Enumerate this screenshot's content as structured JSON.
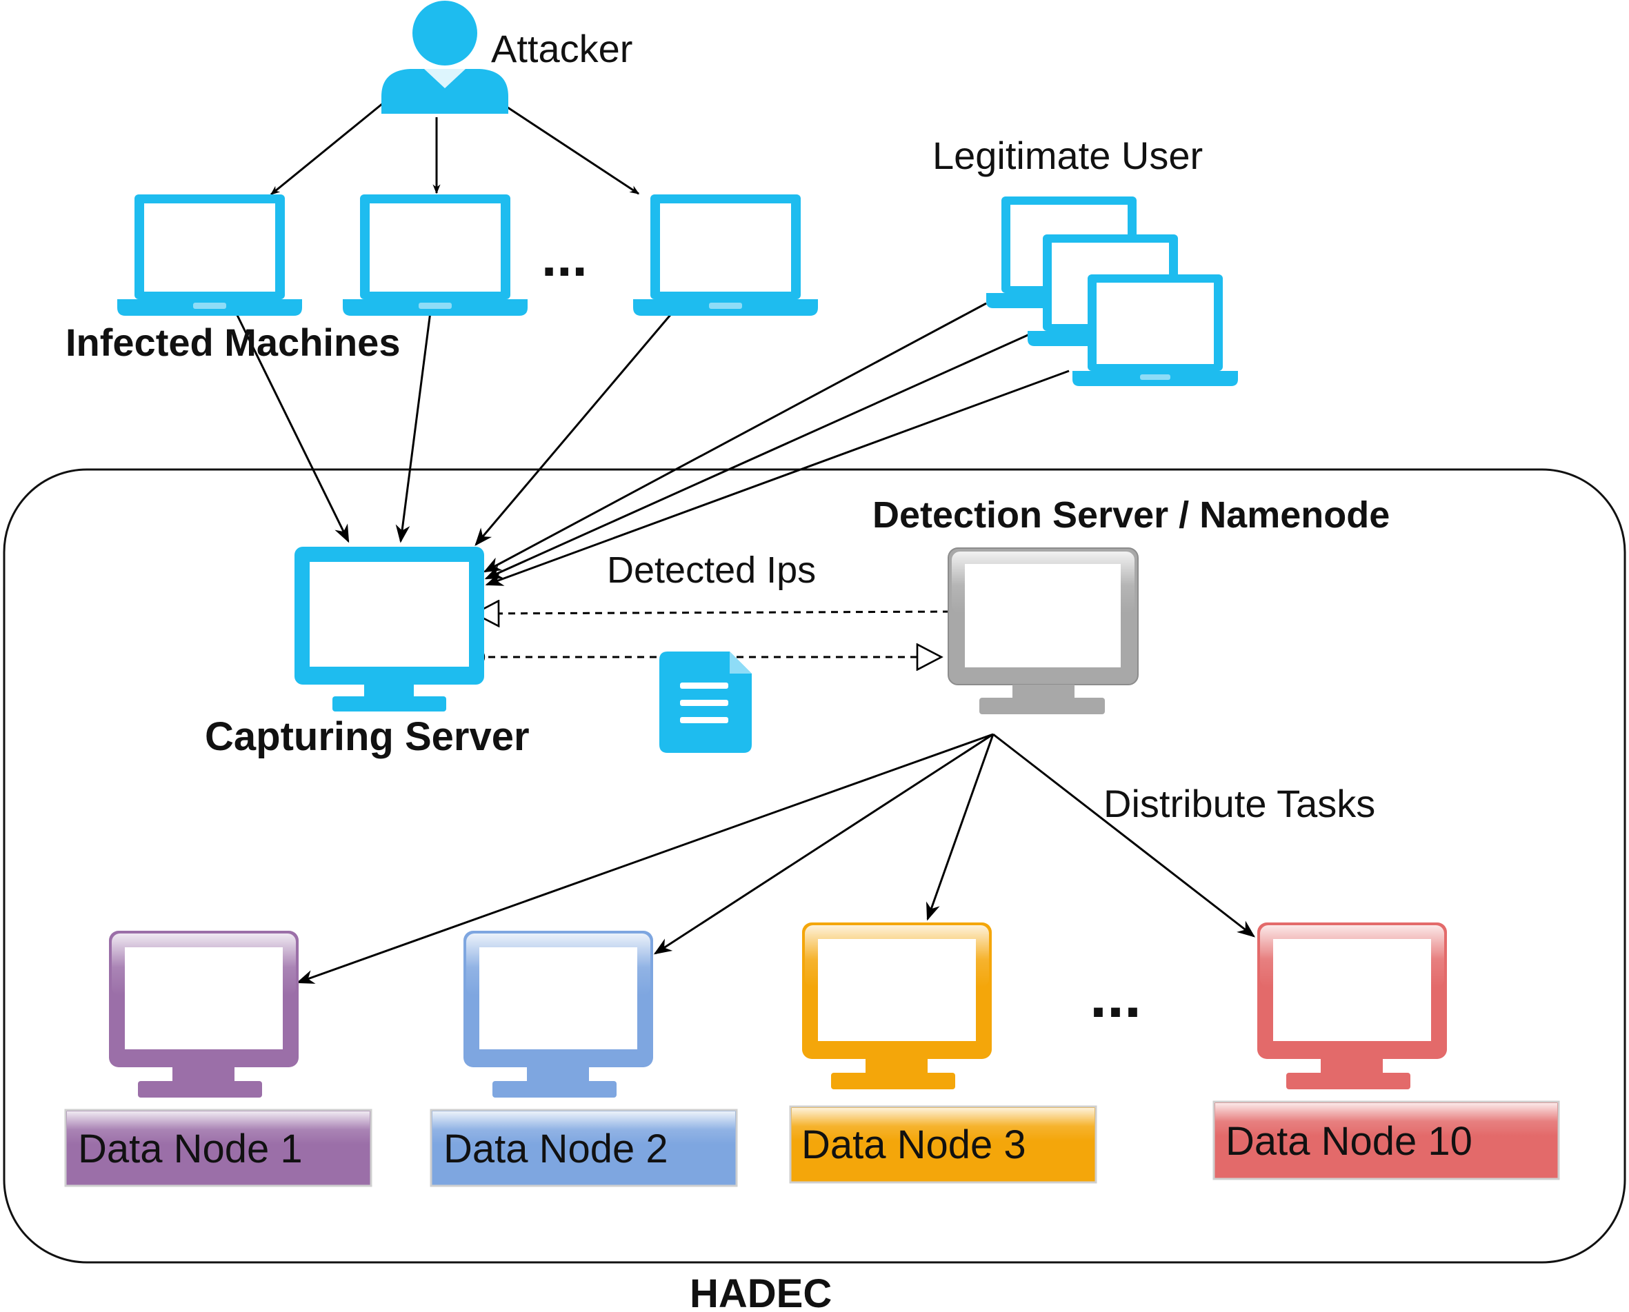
{
  "diagram": {
    "labels": {
      "attacker": "Attacker",
      "legitimate_user": "Legitimate User",
      "infected_machines": "Infected Machines",
      "capturing_server": "Capturing Server",
      "detection_server": "Detection Server / Namenode",
      "detected_ips": "Detected Ips",
      "distribute_tasks": "Distribute Tasks",
      "cluster": "HADEC",
      "ellipsis_top": "...",
      "ellipsis_bottom": "..."
    },
    "data_nodes": [
      {
        "label": "Data Node 1",
        "color": "#9b6fa8",
        "light": "#f0e6f3"
      },
      {
        "label": "Data Node 2",
        "color": "#7ea6e0",
        "light": "#e8f0fb"
      },
      {
        "label": "Data Node 3",
        "color": "#f4a60a",
        "light": "#fff0cf"
      },
      {
        "label": "Data Node 10",
        "color": "#e36a6a",
        "light": "#fbe3e3"
      }
    ],
    "colors": {
      "cyan": "#1ebcef",
      "gray": "#a8a8a8",
      "border": "#111111"
    },
    "icons": [
      "user-icon",
      "laptop-icon",
      "monitor-icon",
      "document-icon"
    ]
  }
}
